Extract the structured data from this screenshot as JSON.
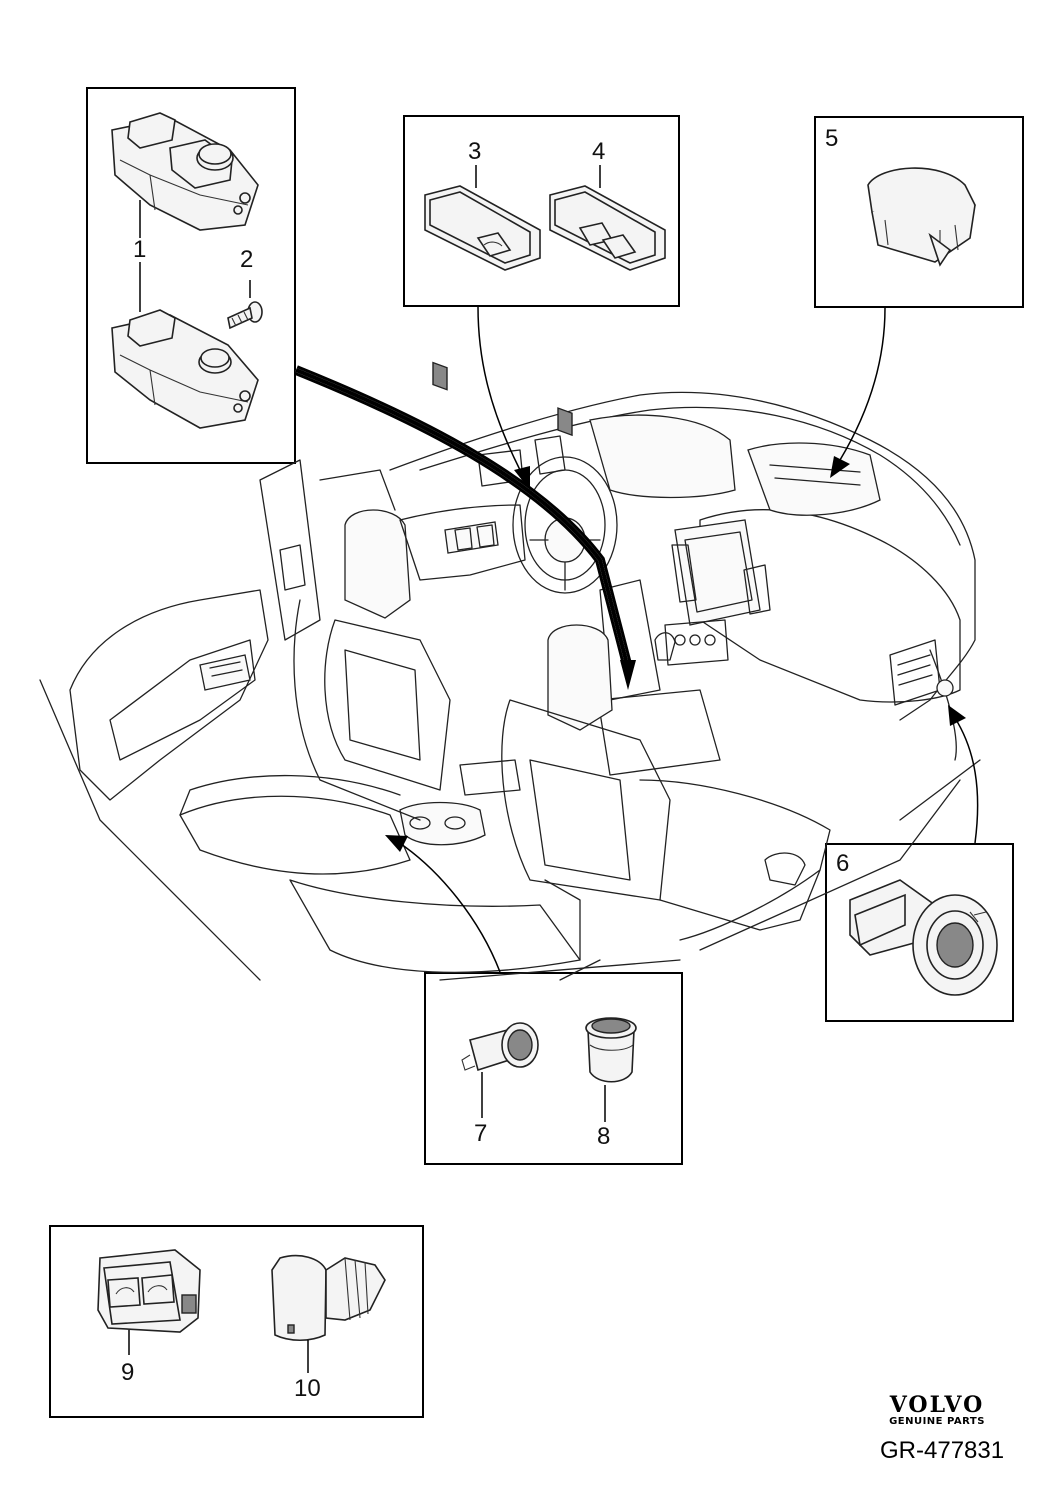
{
  "callouts": {
    "c1": "1",
    "c2": "2",
    "c3": "3",
    "c4": "4",
    "c5": "5",
    "c6": "6",
    "c7": "7",
    "c8": "8",
    "c9": "9",
    "c10": "10"
  },
  "logo": {
    "brand": "VOLVO",
    "sub": "GENUINE PARTS"
  },
  "reference": "GR-477831"
}
